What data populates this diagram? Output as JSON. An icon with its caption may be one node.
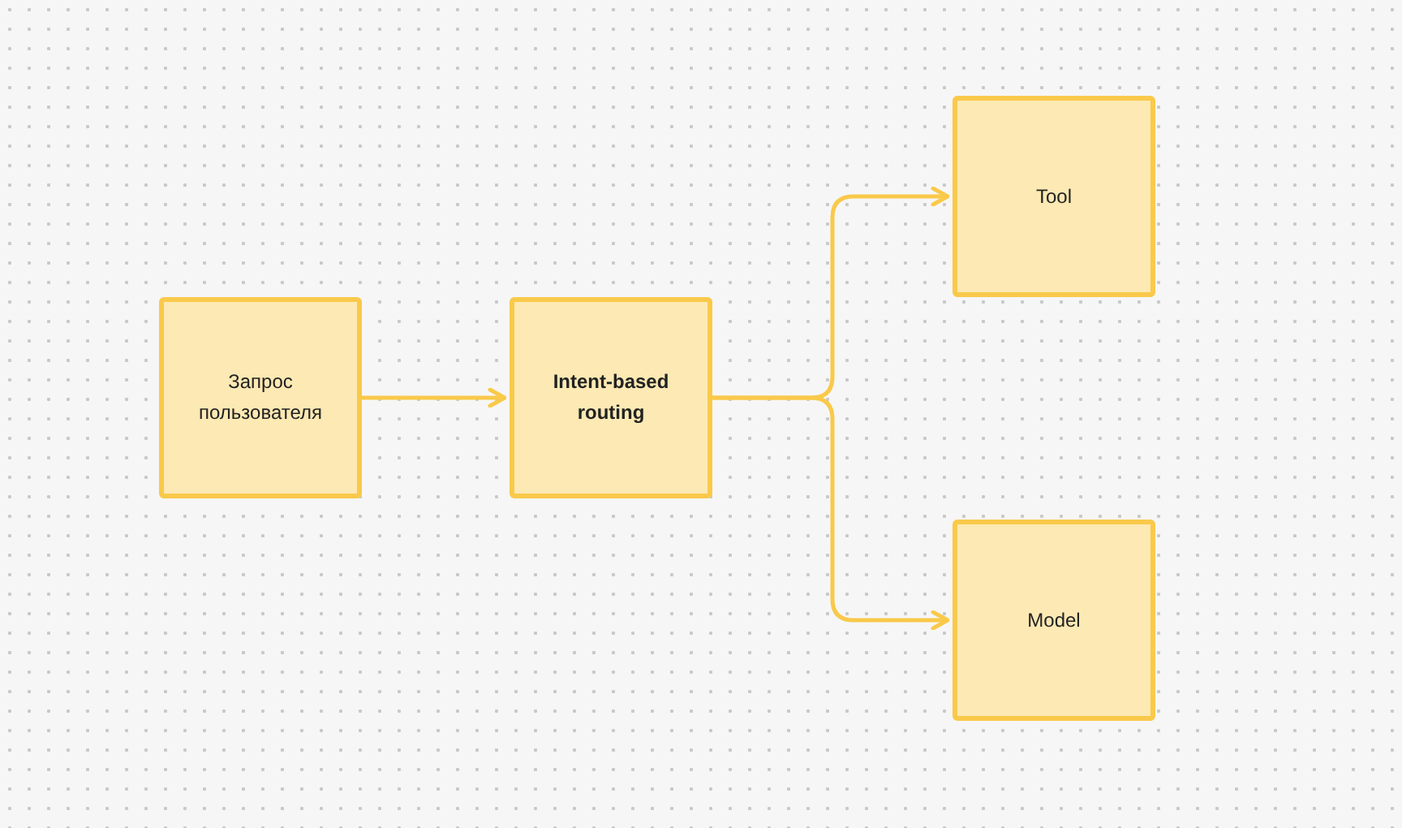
{
  "diagram": {
    "nodes": [
      {
        "text": [
          "Запрос пользователя"
        ]
      },
      {
        "text": [
          "Intent-based routing"
        ]
      },
      {
        "text": [
          "Tool"
        ]
      },
      {
        "text": [
          "Model"
        ]
      }
    ],
    "edges": [
      {
        "from": 0,
        "to": 1,
        "arrow": "to"
      },
      {
        "from": 1,
        "to": 2,
        "arrow": "to"
      },
      {
        "from": 1,
        "to": 3,
        "arrow": "to"
      }
    ]
  }
}
